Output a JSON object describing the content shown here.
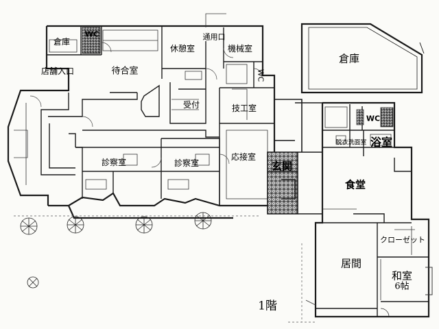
{
  "plan": {
    "floor_label": "1階",
    "rooms": {
      "souko_small": "倉庫",
      "wc_top": "WC",
      "tsuyou_guchi": "通用口",
      "kyuukeishitsu": "休憩室",
      "kikaishitsu": "機械室",
      "souko_large": "倉庫",
      "tenpo_iriguchi": "店舗入口",
      "machiaishitsu": "待合室",
      "wc_vertical": "WC",
      "uketsuke": "受付",
      "gikoushitsu": "技工室",
      "wc_right": "WC",
      "datsui_senmenshitsu": "脱衣洗面室",
      "yokushitsu": "浴室",
      "shinsatsushitsu_1": "診察室",
      "shinsatsushitsu_2": "診察室",
      "ousetsushitsu": "応接室",
      "genkan": "玄関",
      "shokudou": "食堂",
      "closet": "クローゼット",
      "ima": "居間",
      "washitsu": "和室",
      "washitsu_size": "6帖"
    }
  }
}
